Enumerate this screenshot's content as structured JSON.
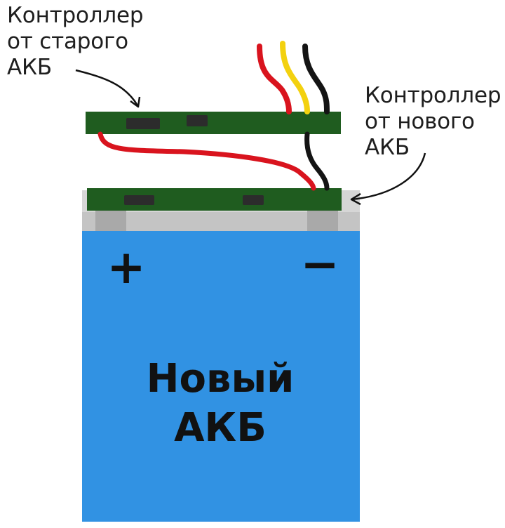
{
  "labels": {
    "old_controller": [
      "Контроллер",
      "от старого",
      "АКБ"
    ],
    "new_controller": [
      "Контроллер",
      "от нового",
      "АКБ"
    ]
  },
  "battery": {
    "title_line1": "Новый",
    "title_line2": "АКБ",
    "plus": "+",
    "minus": "−"
  },
  "colors": {
    "battery_blue": "#3192e3",
    "pcb_green": "#1f5c1f",
    "wire_red": "#d9141e",
    "wire_yellow": "#f3d10f",
    "wire_black": "#141414",
    "terminal_gray": "#cfcfcf",
    "text": "#111111"
  }
}
